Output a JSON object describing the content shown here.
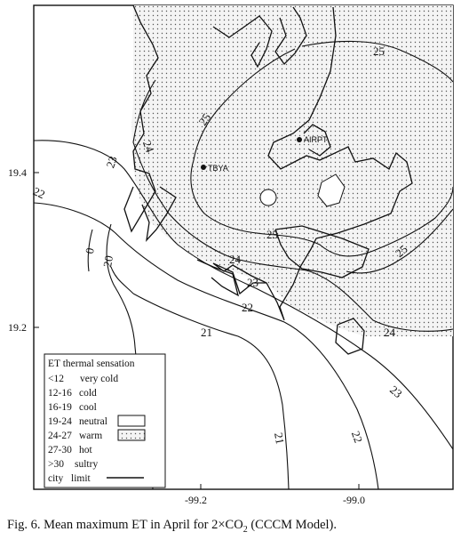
{
  "map": {
    "y_ticks": [
      "19.4",
      "19.2"
    ],
    "x_ticks": [
      "-99.2",
      "-99.0"
    ],
    "stations": [
      "TBYA",
      "AIRPT"
    ],
    "contour_labels": [
      "25",
      "25",
      "25",
      "25",
      "24",
      "24",
      "24",
      "23",
      "23",
      "23",
      "22",
      "22",
      "22",
      "21",
      "21",
      "20",
      "0"
    ]
  },
  "legend": {
    "title": "ET thermal sensation",
    "items": [
      {
        "range": "<12",
        "label": "very cold"
      },
      {
        "range": "12-16",
        "label": "cold"
      },
      {
        "range": "16-19",
        "label": "cool"
      },
      {
        "range": "19-24",
        "label": "neutral"
      },
      {
        "range": "24-27",
        "label": "warm"
      },
      {
        "range": "27-30",
        "label": "hot"
      },
      {
        "range": ">30",
        "label": "sultry"
      },
      {
        "range": "city",
        "label": "limit"
      }
    ]
  },
  "caption": {
    "prefix": "Fig. 6. Mean maximum ET in April for 2×CO",
    "subscript": "2",
    "suffix": " (CCCM Model)."
  },
  "colors": {
    "line": "#111111",
    "warm_fill": "#e9e9e9",
    "background": "#ffffff"
  }
}
